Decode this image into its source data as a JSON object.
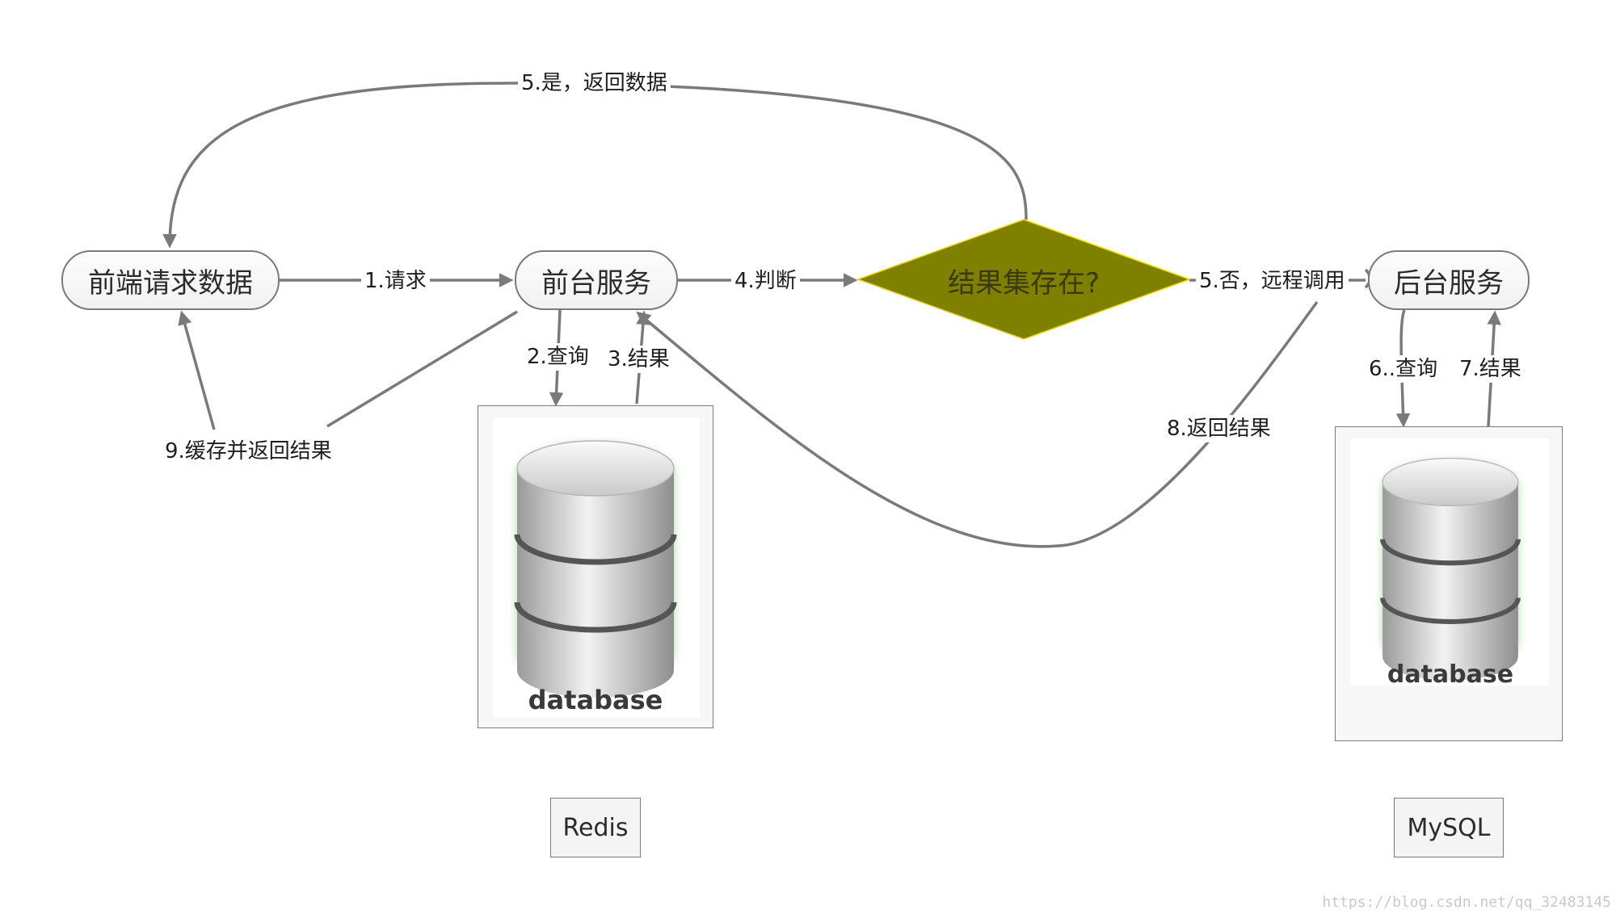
{
  "nodes": {
    "frontend_request": "前端请求数据",
    "front_service": "前台服务",
    "decision": "结果集存在?",
    "back_service": "后台服务"
  },
  "edges": {
    "e1": "1.请求",
    "e2": "2.查询",
    "e3": "3.结果",
    "e4": "4.判断",
    "e5_yes": "5.是，返回数据",
    "e5_no": "5.否，远程调用",
    "e6": "6..查询",
    "e7": "7.结果",
    "e8": "8.返回结果",
    "e9": "9.缓存并返回结果"
  },
  "databases": {
    "redis": {
      "icon_text": "database",
      "caption": "Redis"
    },
    "mysql": {
      "icon_text": "database",
      "caption": "MySQL"
    }
  },
  "watermark": "https://blog.csdn.net/qq_32483145",
  "colors": {
    "decision_fill": "#7f7f00",
    "decision_border": "#e8d400",
    "arrow": "#7a7a7a"
  }
}
